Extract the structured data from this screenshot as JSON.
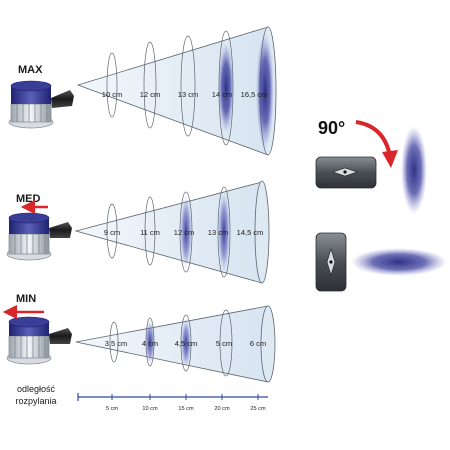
{
  "levels": [
    {
      "label": "MAX",
      "distances": [
        "10 cm",
        "12 cm",
        "13 cm",
        "14 cm",
        "16,5 cm"
      ]
    },
    {
      "label": "MED",
      "distances": [
        "9 cm",
        "11 cm",
        "12 cm",
        "13 cm",
        "14,5 cm"
      ]
    },
    {
      "label": "MIN",
      "distances": [
        "3,5 cm",
        "4 cm",
        "4,5 cm",
        "5 cm",
        "6 cm"
      ]
    }
  ],
  "distance_caption": [
    "odległość",
    "rozpylania"
  ],
  "axis": {
    "ticks": [
      "5 cm",
      "10 cm",
      "15 cm",
      "20 cm",
      "25 cm"
    ]
  },
  "rotation": {
    "angle_label": "90°"
  },
  "colors": {
    "spray_dark": "#2a2b8a",
    "spray_light": "#7d7fc9",
    "cone_fill": "#e3edf7",
    "cone_stroke": "#5c6670",
    "accent_red": "#d8262b",
    "axis_blue": "#2f4a9c"
  }
}
